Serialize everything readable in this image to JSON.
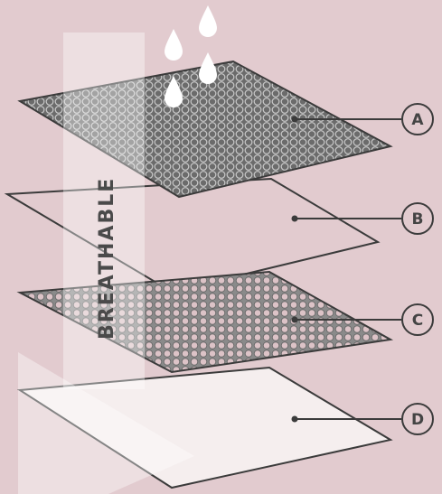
{
  "colors": {
    "background": "#e2cbcf",
    "mesh_fill": "#6b6b6b",
    "mesh_ring": "#c9c9c9",
    "outline": "#3b3b3b",
    "arrow": "#ffffff",
    "drop": "#ffffff"
  },
  "arrow": {
    "label": "BREATHABLE"
  },
  "layers": [
    {
      "id": "A",
      "label": "A",
      "kind": "dense-mesh"
    },
    {
      "id": "B",
      "label": "B",
      "kind": "outline"
    },
    {
      "id": "C",
      "label": "C",
      "kind": "open-mesh"
    },
    {
      "id": "D",
      "label": "D",
      "kind": "white-sheet"
    }
  ],
  "drops": {
    "count": 4,
    "icon": "water-drop-icon"
  }
}
